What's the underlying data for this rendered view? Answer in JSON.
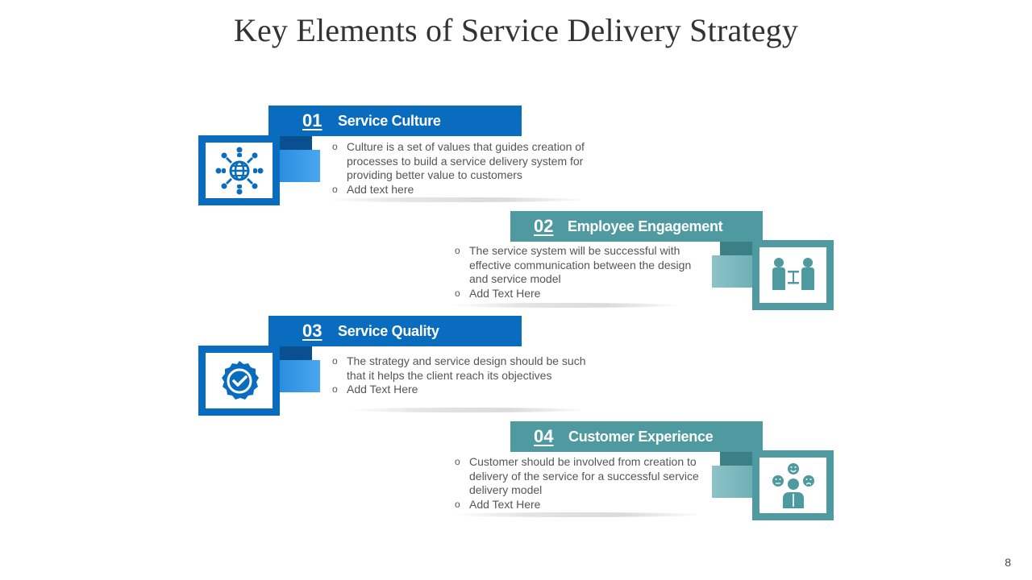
{
  "slide": {
    "title": "Key Elements of Service Delivery Strategy",
    "page_number": "8"
  },
  "colors": {
    "blue": "#0a6cbf",
    "blue_dark": "#0a4f8f",
    "blue_light": "#3a9ae6",
    "teal": "#4f9aa0",
    "teal_dark": "#3c8087",
    "teal_light": "#8cc3c7"
  },
  "items": [
    {
      "number": "01",
      "title": "Service Culture",
      "icon": "globe-people-icon",
      "bullets": [
        "Culture is a set of values that guides creation of processes to build a service delivery system for providing better value to customers",
        "Add text here"
      ]
    },
    {
      "number": "02",
      "title": "Employee Engagement",
      "icon": "people-communication-icon",
      "bullets": [
        "The service system will be successful with effective communication between the design and service model",
        "Add Text Here"
      ]
    },
    {
      "number": "03",
      "title": "Service Quality",
      "icon": "quality-badge-check-icon",
      "bullets": [
        "The strategy and service design should be such that it helps the client reach its objectives",
        "Add Text Here"
      ]
    },
    {
      "number": "04",
      "title": "Customer Experience",
      "icon": "customer-feedback-icon",
      "bullets": [
        "Customer should be involved from creation to delivery of the service for a successful service delivery model",
        "Add Text Here"
      ]
    }
  ]
}
